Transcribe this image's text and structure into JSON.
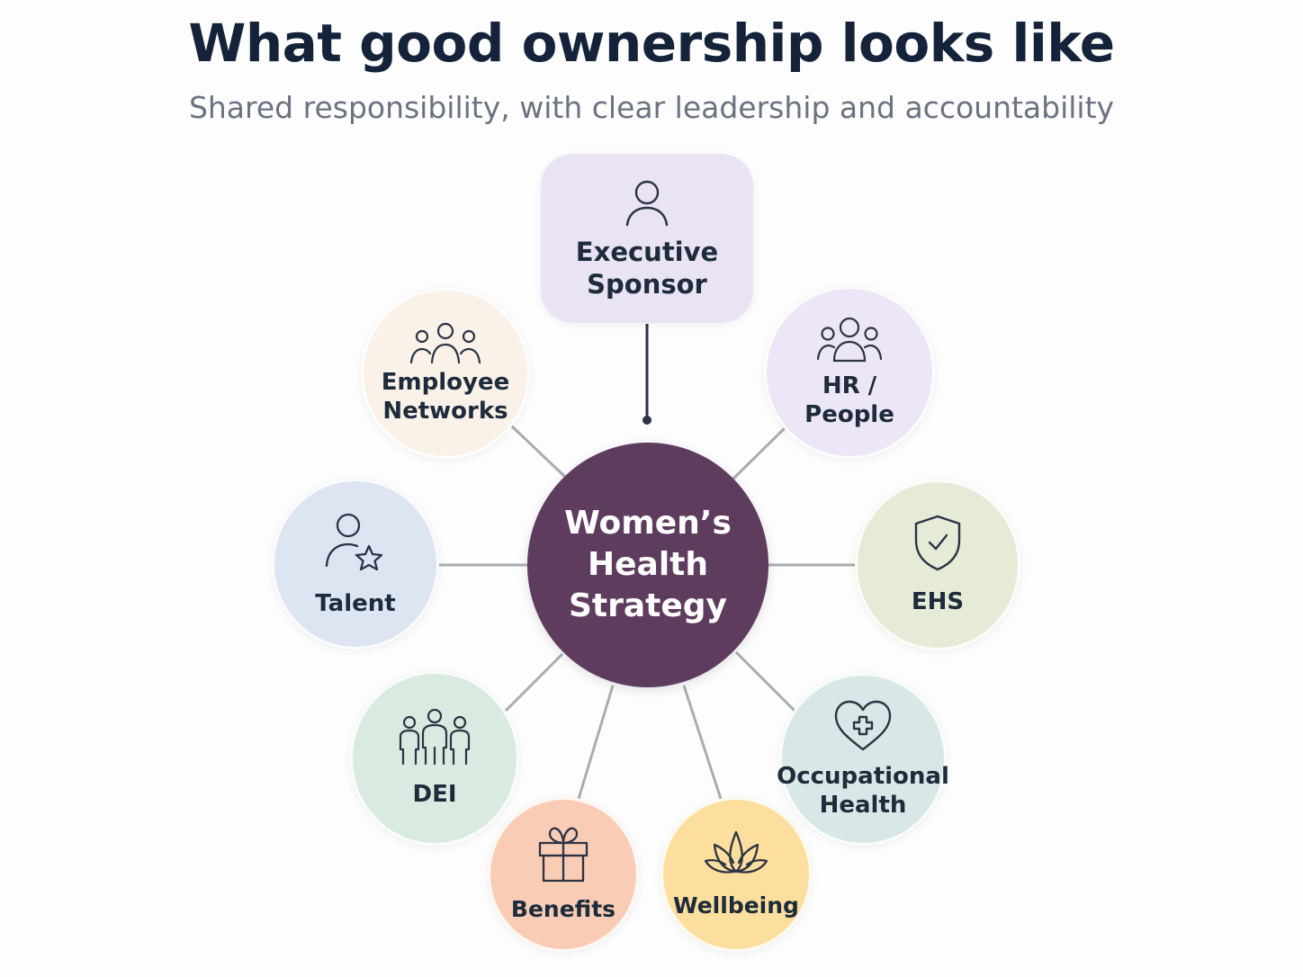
{
  "header": {
    "title": "What good ownership looks like",
    "subtitle": "Shared responsibility, with clear leadership and accountability"
  },
  "center": {
    "label": "Women’s\nHealth\nStrategy",
    "color": "#5e3c5e"
  },
  "executive": {
    "label": "Executive\nSponsor",
    "icon": "person-icon",
    "color": "#e9e3f4"
  },
  "nodes": {
    "employee_networks": {
      "label": "Employee\nNetworks",
      "icon": "group-icon",
      "color": "#faf1e8"
    },
    "hr_people": {
      "label": "HR /\nPeople",
      "icon": "team-icon",
      "color": "#ece6f6"
    },
    "talent": {
      "label": "Talent",
      "icon": "person-star-icon",
      "color": "#dde5f3"
    },
    "ehs": {
      "label": "EHS",
      "icon": "shield-check-icon",
      "color": "#e6ebd8"
    },
    "dei": {
      "label": "DEI",
      "icon": "people-icon",
      "color": "#d9ebe0"
    },
    "occupational_health": {
      "label": "Occupational\nHealth",
      "icon": "heart-plus-icon",
      "color": "#d8e8e6"
    },
    "benefits": {
      "label": "Benefits",
      "icon": "gift-icon",
      "color": "#f9cdb5"
    },
    "wellbeing": {
      "label": "Wellbeing",
      "icon": "lotus-icon",
      "color": "#fcdf9e"
    }
  }
}
